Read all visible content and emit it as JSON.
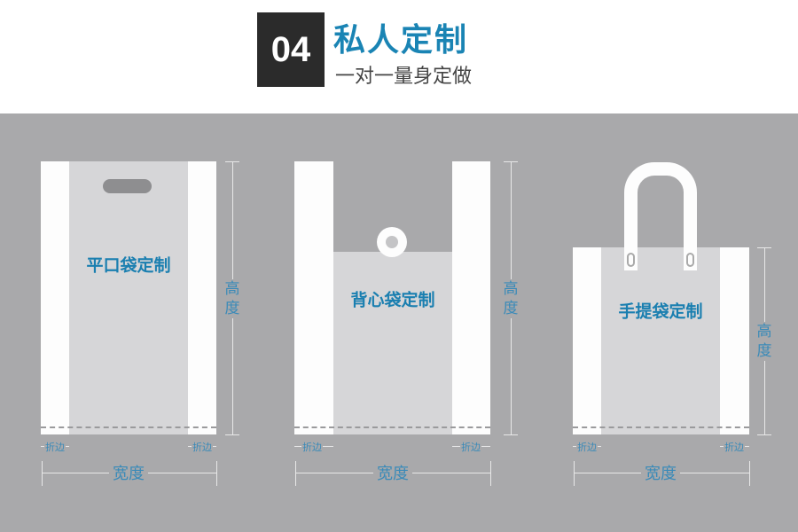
{
  "header": {
    "number": "04",
    "title": "私人定制",
    "subtitle": "一对一量身定做"
  },
  "bags": [
    {
      "name": "平口袋定制",
      "height_label": "高度",
      "width_label": "宽度",
      "fold_left": "折边",
      "fold_right": "折边"
    },
    {
      "name": "背心袋定制",
      "height_label": "高度",
      "width_label": "宽度",
      "fold_left": "折边",
      "fold_right": "折边"
    },
    {
      "name": "手提袋定制",
      "height_label": "高度",
      "width_label": "宽度",
      "fold_left": "折边",
      "fold_right": "折边"
    }
  ],
  "colors": {
    "accent": "#1a84b4",
    "background": "#a9a9ab",
    "number_box": "#2b2b2b"
  }
}
